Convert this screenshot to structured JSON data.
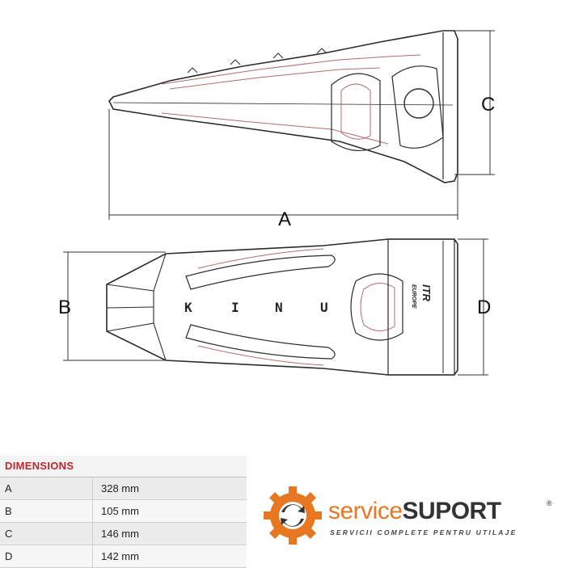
{
  "drawing": {
    "dimension_labels": {
      "a": "A",
      "b": "B",
      "c": "C",
      "d": "D"
    },
    "part_markings": [
      "K",
      "I",
      "N",
      "U"
    ],
    "brand_mark": "ITR",
    "brand_sub": "EUROPE"
  },
  "dimensions_table": {
    "title": "DIMENSIONS",
    "rows": [
      {
        "key": "A",
        "value": "328 mm"
      },
      {
        "key": "B",
        "value": "105 mm"
      },
      {
        "key": "C",
        "value": "146 mm"
      },
      {
        "key": "D",
        "value": "142 mm"
      }
    ]
  },
  "logo": {
    "word1": "service",
    "word2": "SUPORT",
    "registered": "®",
    "tagline": "SERVICII COMPLETE PENTRU UTILAJE",
    "colors": {
      "orange": "#e87722",
      "dark": "#333333"
    }
  }
}
